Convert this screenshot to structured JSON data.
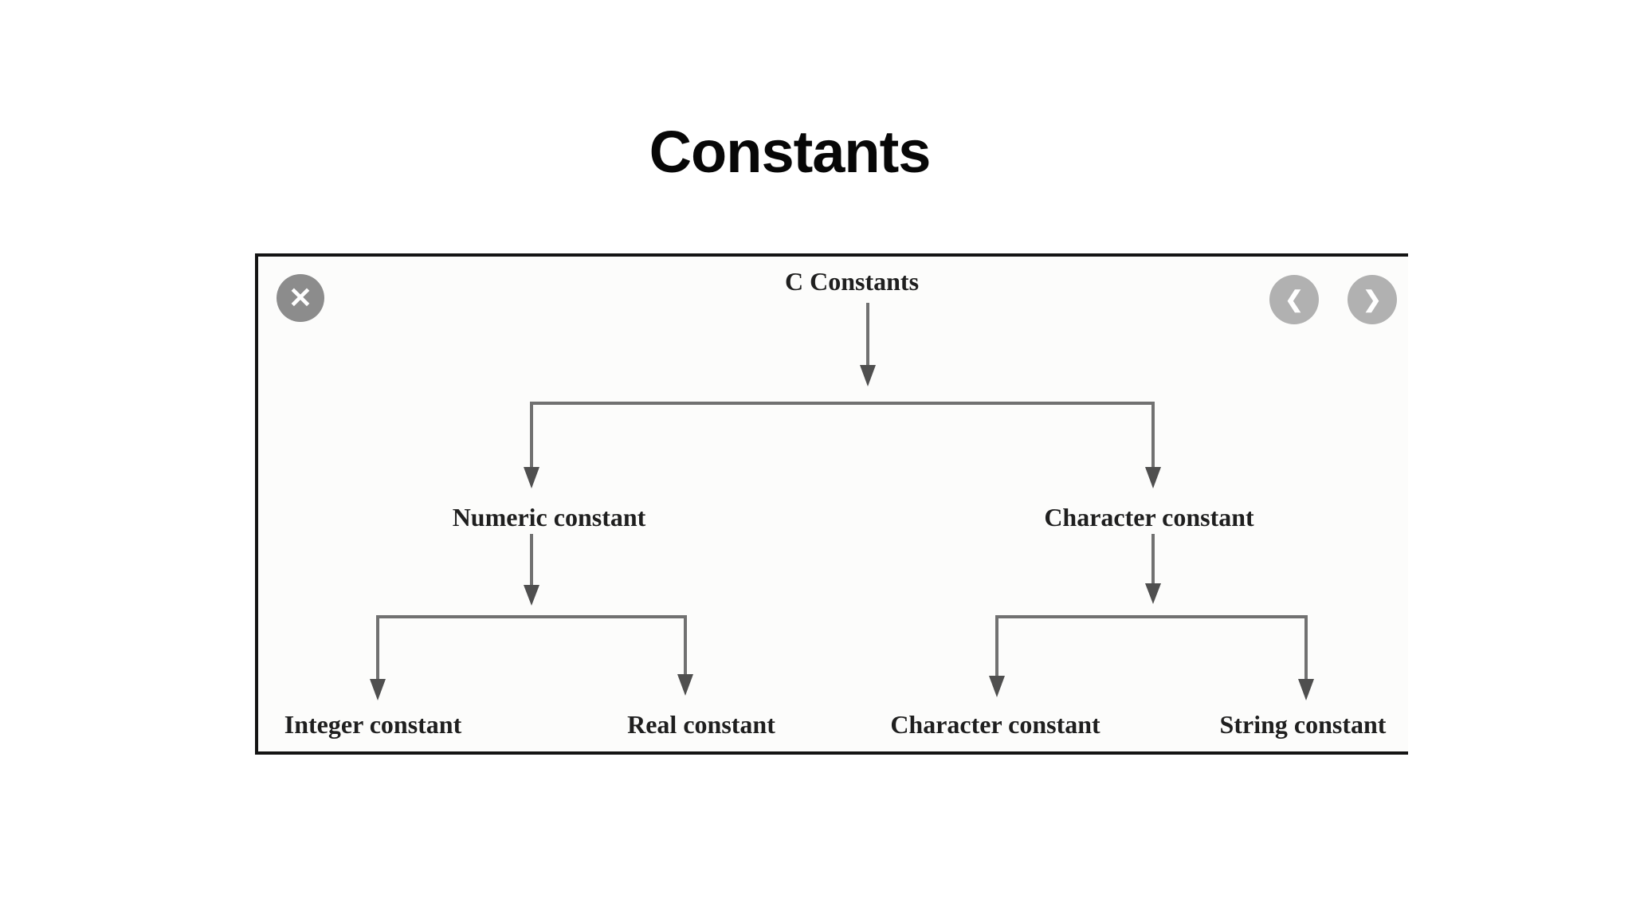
{
  "page": {
    "title": "Constants"
  },
  "viewer": {
    "close_icon": "✕",
    "prev_icon": "❮",
    "next_icon": "❯"
  },
  "theme": {
    "page_bg": "#ffffff",
    "panel_bg": "#fcfcfb",
    "panel_border": "#141414",
    "close_button_bg": "#8c8c8c",
    "nav_button_bg": "#b1b1b1",
    "icon_color": "#ffffff",
    "line_color": "#717171",
    "arrowhead_color": "#4f4f4f",
    "label_color": "#1f1f1f",
    "title_color": "#070707"
  },
  "diagram": {
    "root": {
      "label": "C Constants"
    },
    "level1": {
      "numeric": {
        "label": "Numeric constant"
      },
      "character": {
        "label": "Character constant"
      }
    },
    "level2": {
      "integer": {
        "label": "Integer constant"
      },
      "real": {
        "label": "Real constant"
      },
      "character": {
        "label": "Character constant"
      },
      "string": {
        "label": "String constant"
      }
    }
  }
}
